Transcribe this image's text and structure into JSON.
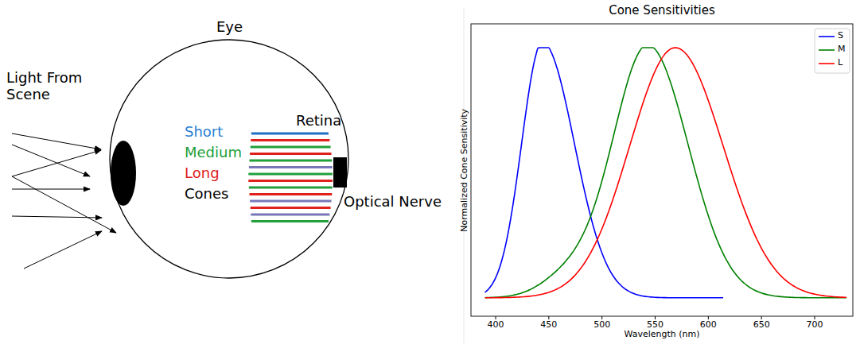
{
  "diagram": {
    "title": "Cone Sensitivities",
    "labels": [
      "Light From Scene",
      "Eye",
      "Retina",
      "Short",
      "Medium",
      "Long",
      "Cones",
      "Optical Nerve",
      "Normalized Cone Sensitivity",
      "Wavelength (nm)",
      "400",
      "450",
      "500",
      "550",
      "600",
      "650",
      "700"
    ],
    "legend": [
      {
        "text": "S"
      },
      {
        "text": "M"
      },
      {
        "text": "L"
      }
    ]
  }
}
